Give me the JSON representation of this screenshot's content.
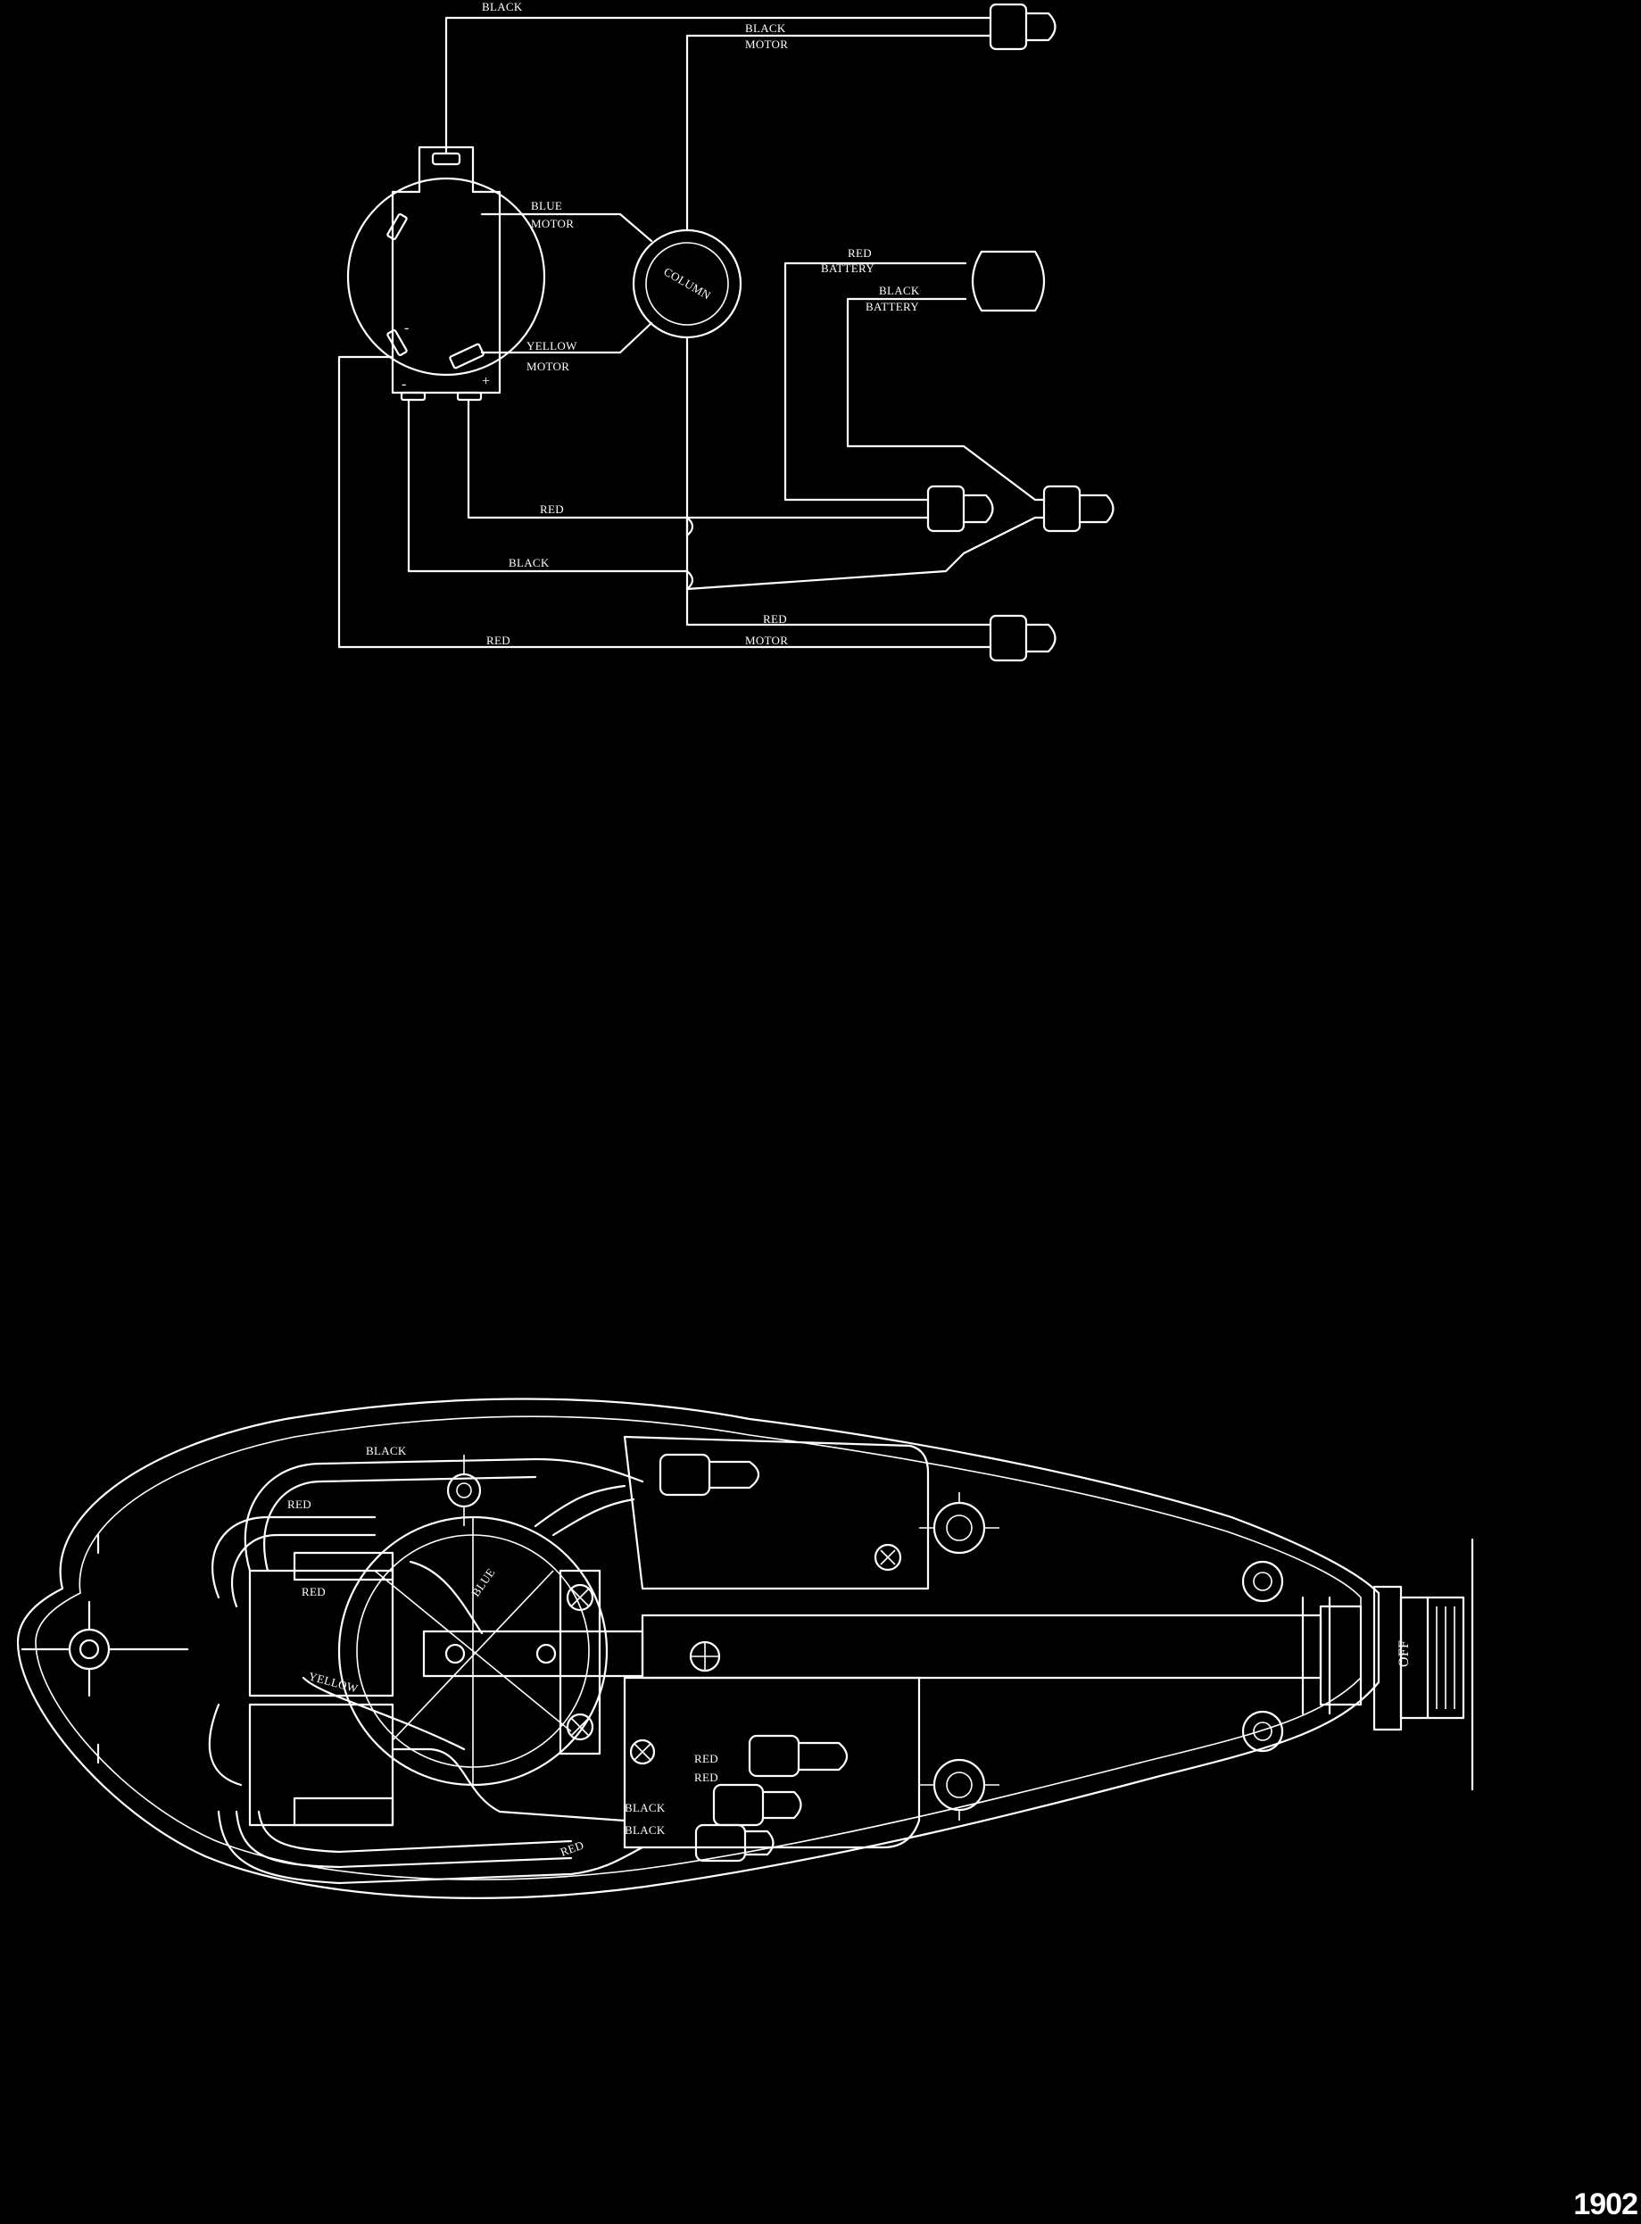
{
  "schematic": {
    "labels": {
      "top_black": "BLACK",
      "top_black_motor_1": "BLACK",
      "top_black_motor_2": "MOTOR",
      "blue_motor_1": "BLUE",
      "blue_motor_2": "MOTOR",
      "yellow_motor_1": "YELLOW",
      "yellow_motor_2": "MOTOR",
      "column": "COLUMN",
      "red_battery_1": "RED",
      "red_battery_2": "BATTERY",
      "black_battery_1": "BLACK",
      "black_battery_2": "BATTERY",
      "red_mid": "RED",
      "black_mid": "BLACK",
      "red_bottom": "RED",
      "red_motor_1": "RED",
      "red_motor_2": "MOTOR",
      "switch_minus": "-",
      "switch_plus": "+",
      "switch_minus2": "-"
    }
  },
  "assembly": {
    "labels": {
      "black_top": "BLACK",
      "red_top": "RED",
      "red_left": "RED",
      "blue": "BLUE",
      "yellow": "YELLOW",
      "red_r1": "RED",
      "red_r2": "RED",
      "black_r1": "BLACK",
      "black_r2": "BLACK",
      "red_r3": "RED",
      "off": "OFF"
    }
  },
  "figure_number": "1902"
}
